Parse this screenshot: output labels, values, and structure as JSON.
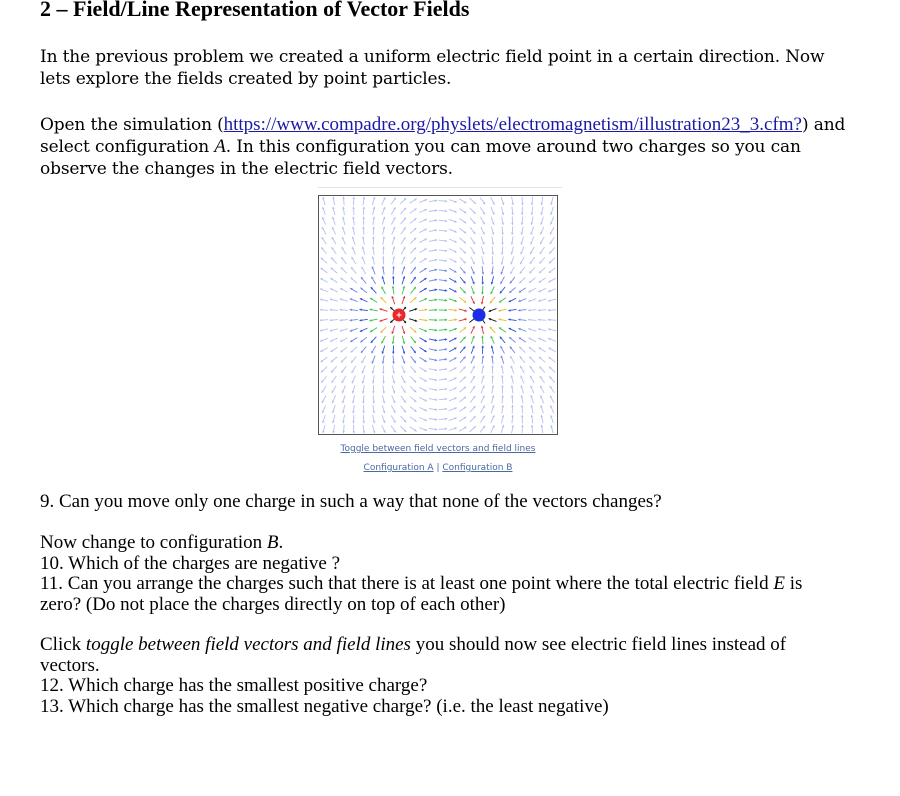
{
  "heading": "2 – Field/Line Representation of Vector Fields",
  "intro": "In the previous problem we created a uniform electric field point in a certain direction. Now lets explore the fields created by point particles.",
  "open_sim": {
    "prefix": "Open the simulation (",
    "link": "https://www.compadre.org/physlets/electromagnetism/illustration23_3.cfm?",
    "mid": ") and select configuration ",
    "config": "A",
    "suffix": ". In this configuration you can move around two charges so you can observe the changes in the electric field vectors."
  },
  "simulation": {
    "toggle_link": "Toggle between field vectors and field lines",
    "config_a": "Configuration A",
    "separator": "|",
    "config_b": "Configuration B",
    "charge_colors": {
      "positive": "#e8282a",
      "negative": "#1c2ee8"
    }
  },
  "q9": "9. Can you move only one charge in such a way that none of the vectors changes?",
  "config_b_intro": {
    "prefix": "Now change to configuration ",
    "config": "B",
    "suffix": "."
  },
  "q10": "10. Which of the charges are negative ?",
  "q11": {
    "prefix": "11. Can you arrange the charges such that there is at least one point where the total electric field ",
    "symbol": "E",
    "suffix": " is zero? (Do not place the charges directly on top of each other)"
  },
  "click_toggle": {
    "prefix": "Click ",
    "emph": "toggle between field vectors and field lines",
    "suffix": " you should now see electric field lines instead of vectors."
  },
  "q12": "12. Which charge has the smallest positive charge?",
  "q13": "13. Which charge has the smallest negative charge? (i.e. the least negative)"
}
